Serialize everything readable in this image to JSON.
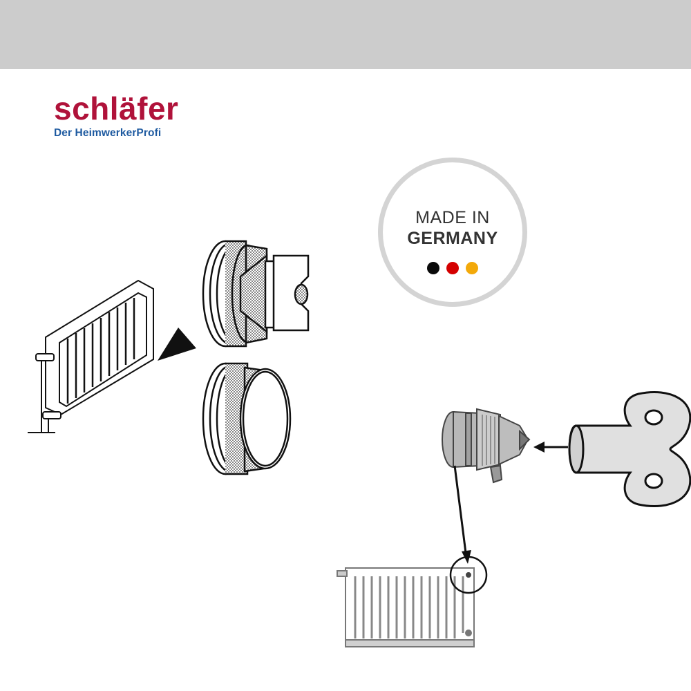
{
  "brand": {
    "name": "schläfer",
    "tagline": "Der HeimwerkerProfi",
    "name_color": "#b0123a",
    "tagline_color": "#1e5aa0"
  },
  "badge": {
    "line1": "MADE IN",
    "line2": "GERMANY",
    "dots": [
      {
        "name": "black",
        "color": "#0a0a0a"
      },
      {
        "name": "red",
        "color": "#d40000"
      },
      {
        "name": "gold",
        "color": "#f3a90a"
      }
    ]
  },
  "illustrations": {
    "left": [
      "radiator-icon",
      "arrow-icon",
      "vent-plug-with-valve-icon",
      "blind-plug-icon"
    ],
    "right": [
      "vent-valve-icon",
      "radiator-key-icon",
      "arrow-icon",
      "radiator-icon",
      "highlight-circle"
    ]
  }
}
